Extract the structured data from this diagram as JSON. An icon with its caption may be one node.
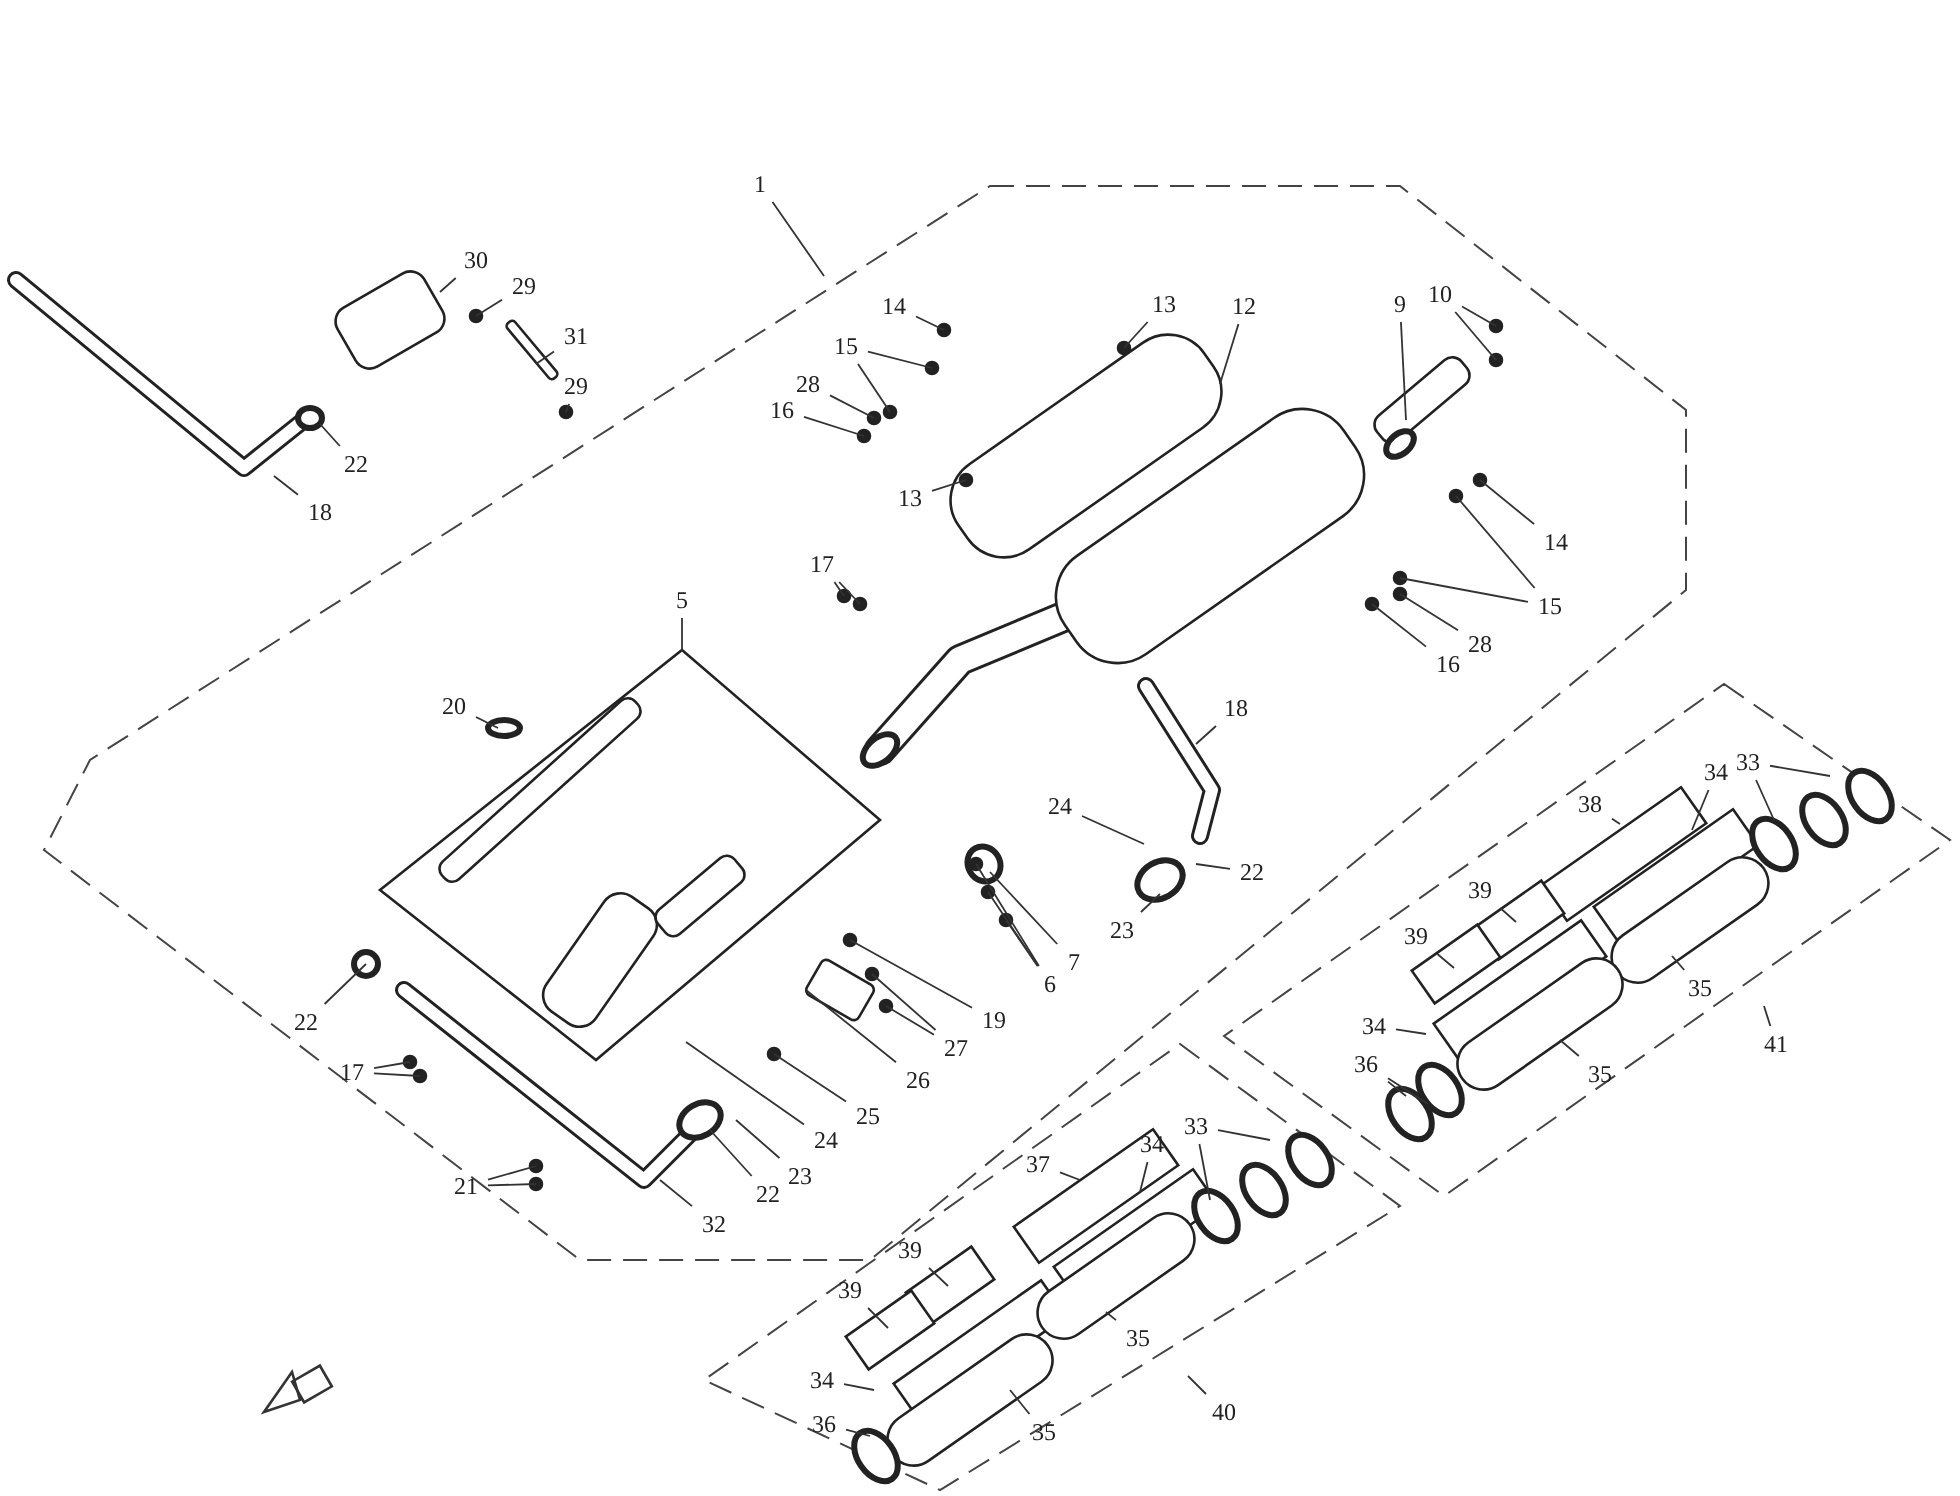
{
  "diagram": {
    "nodes": [
      {
        "text": [
          "1"
        ]
      },
      {
        "text": [
          "30"
        ]
      },
      {
        "text": [
          "29"
        ]
      },
      {
        "text": [
          "14"
        ]
      },
      {
        "text": [
          "13"
        ]
      },
      {
        "text": [
          "12"
        ]
      },
      {
        "text": [
          "9"
        ]
      },
      {
        "text": [
          "10"
        ]
      },
      {
        "text": [
          "31"
        ]
      },
      {
        "text": [
          "15"
        ]
      },
      {
        "text": [
          "28"
        ]
      },
      {
        "text": [
          "29"
        ]
      },
      {
        "text": [
          "16"
        ]
      },
      {
        "text": [
          "22"
        ]
      },
      {
        "text": [
          "13"
        ]
      },
      {
        "text": [
          "18"
        ]
      },
      {
        "text": [
          "14"
        ]
      },
      {
        "text": [
          "17"
        ]
      },
      {
        "text": [
          "5"
        ]
      },
      {
        "text": [
          "15"
        ]
      },
      {
        "text": [
          "28"
        ]
      },
      {
        "text": [
          "16"
        ]
      },
      {
        "text": [
          "20"
        ]
      },
      {
        "text": [
          "18"
        ]
      },
      {
        "text": [
          "33"
        ]
      },
      {
        "text": [
          "34"
        ]
      },
      {
        "text": [
          "24"
        ]
      },
      {
        "text": [
          "38"
        ]
      },
      {
        "text": [
          "22"
        ]
      },
      {
        "text": [
          "39"
        ]
      },
      {
        "text": [
          "23"
        ]
      },
      {
        "text": [
          "39"
        ]
      },
      {
        "text": [
          "7"
        ]
      },
      {
        "text": [
          "6"
        ]
      },
      {
        "text": [
          "35"
        ]
      },
      {
        "text": [
          "19"
        ]
      },
      {
        "text": [
          "22"
        ]
      },
      {
        "text": [
          "34"
        ]
      },
      {
        "text": [
          "41"
        ]
      },
      {
        "text": [
          "27"
        ]
      },
      {
        "text": [
          "17"
        ]
      },
      {
        "text": [
          "36"
        ]
      },
      {
        "text": [
          "35"
        ]
      },
      {
        "text": [
          "26"
        ]
      },
      {
        "text": [
          "25"
        ]
      },
      {
        "text": [
          "33"
        ]
      },
      {
        "text": [
          "34"
        ]
      },
      {
        "text": [
          "37"
        ]
      },
      {
        "text": [
          "24"
        ]
      },
      {
        "text": [
          "23"
        ]
      },
      {
        "text": [
          "21"
        ]
      },
      {
        "text": [
          "22"
        ]
      },
      {
        "text": [
          "32"
        ]
      },
      {
        "text": [
          "39"
        ]
      },
      {
        "text": [
          "39"
        ]
      },
      {
        "text": [
          "35"
        ]
      },
      {
        "text": [
          "34"
        ]
      },
      {
        "text": [
          "40"
        ]
      },
      {
        "text": [
          "36"
        ]
      },
      {
        "text": [
          "35"
        ]
      }
    ],
    "edges": [
      {
        "from": 0,
        "to": null,
        "arrow": "none"
      },
      {
        "from": 1,
        "to": null,
        "arrow": "none"
      },
      {
        "from": 2,
        "to": null,
        "arrow": "none"
      },
      {
        "from": 3,
        "to": null,
        "arrow": "none"
      },
      {
        "from": 4,
        "to": null,
        "arrow": "none"
      },
      {
        "from": 5,
        "to": null,
        "arrow": "none"
      },
      {
        "from": 6,
        "to": null,
        "arrow": "none"
      },
      {
        "from": 7,
        "to": null,
        "arrow": "none"
      },
      {
        "from": 7,
        "to": null,
        "arrow": "none"
      },
      {
        "from": 8,
        "to": null,
        "arrow": "none"
      },
      {
        "from": 9,
        "to": null,
        "arrow": "none"
      },
      {
        "from": 9,
        "to": null,
        "arrow": "none"
      },
      {
        "from": 10,
        "to": null,
        "arrow": "none"
      },
      {
        "from": 11,
        "to": null,
        "arrow": "none"
      },
      {
        "from": 12,
        "to": null,
        "arrow": "none"
      },
      {
        "from": 13,
        "to": null,
        "arrow": "none"
      },
      {
        "from": 14,
        "to": null,
        "arrow": "none"
      },
      {
        "from": 15,
        "to": null,
        "arrow": "none"
      },
      {
        "from": 16,
        "to": null,
        "arrow": "none"
      },
      {
        "from": 17,
        "to": null,
        "arrow": "none"
      },
      {
        "from": 17,
        "to": null,
        "arrow": "none"
      },
      {
        "from": 18,
        "to": null,
        "arrow": "none"
      },
      {
        "from": 19,
        "to": null,
        "arrow": "none"
      },
      {
        "from": 19,
        "to": null,
        "arrow": "none"
      },
      {
        "from": 20,
        "to": null,
        "arrow": "none"
      },
      {
        "from": 21,
        "to": null,
        "arrow": "none"
      },
      {
        "from": 22,
        "to": null,
        "arrow": "none"
      },
      {
        "from": 23,
        "to": null,
        "arrow": "none"
      },
      {
        "from": 24,
        "to": null,
        "arrow": "none"
      },
      {
        "from": 24,
        "to": null,
        "arrow": "none"
      },
      {
        "from": 25,
        "to": null,
        "arrow": "none"
      },
      {
        "from": 26,
        "to": null,
        "arrow": "none"
      },
      {
        "from": 27,
        "to": null,
        "arrow": "none"
      },
      {
        "from": 28,
        "to": null,
        "arrow": "none"
      },
      {
        "from": 29,
        "to": null,
        "arrow": "none"
      },
      {
        "from": 30,
        "to": null,
        "arrow": "none"
      },
      {
        "from": 31,
        "to": null,
        "arrow": "none"
      },
      {
        "from": 32,
        "to": null,
        "arrow": "none"
      },
      {
        "from": 33,
        "to": null,
        "arrow": "none"
      },
      {
        "from": 33,
        "to": null,
        "arrow": "none"
      },
      {
        "from": 33,
        "to": null,
        "arrow": "none"
      },
      {
        "from": 34,
        "to": null,
        "arrow": "none"
      },
      {
        "from": 35,
        "to": null,
        "arrow": "none"
      },
      {
        "from": 36,
        "to": null,
        "arrow": "none"
      },
      {
        "from": 37,
        "to": null,
        "arrow": "none"
      },
      {
        "from": 38,
        "to": null,
        "arrow": "none"
      },
      {
        "from": 39,
        "to": null,
        "arrow": "none"
      },
      {
        "from": 39,
        "to": null,
        "arrow": "none"
      },
      {
        "from": 40,
        "to": null,
        "arrow": "none"
      },
      {
        "from": 40,
        "to": null,
        "arrow": "none"
      },
      {
        "from": 41,
        "to": null,
        "arrow": "none"
      },
      {
        "from": 41,
        "to": null,
        "arrow": "none"
      },
      {
        "from": 42,
        "to": null,
        "arrow": "none"
      },
      {
        "from": 43,
        "to": null,
        "arrow": "none"
      },
      {
        "from": 44,
        "to": null,
        "arrow": "none"
      },
      {
        "from": 45,
        "to": null,
        "arrow": "none"
      },
      {
        "from": 45,
        "to": null,
        "arrow": "none"
      },
      {
        "from": 46,
        "to": null,
        "arrow": "none"
      },
      {
        "from": 47,
        "to": null,
        "arrow": "none"
      },
      {
        "from": 48,
        "to": null,
        "arrow": "none"
      },
      {
        "from": 49,
        "to": null,
        "arrow": "none"
      },
      {
        "from": 50,
        "to": null,
        "arrow": "none"
      },
      {
        "from": 50,
        "to": null,
        "arrow": "none"
      },
      {
        "from": 51,
        "to": null,
        "arrow": "none"
      },
      {
        "from": 52,
        "to": null,
        "arrow": "none"
      },
      {
        "from": 53,
        "to": null,
        "arrow": "none"
      },
      {
        "from": 54,
        "to": null,
        "arrow": "none"
      },
      {
        "from": 55,
        "to": null,
        "arrow": "none"
      },
      {
        "from": 56,
        "to": null,
        "arrow": "none"
      },
      {
        "from": 57,
        "to": null,
        "arrow": "none"
      },
      {
        "from": 58,
        "to": null,
        "arrow": "none"
      },
      {
        "from": 59,
        "to": null,
        "arrow": "none"
      }
    ]
  }
}
